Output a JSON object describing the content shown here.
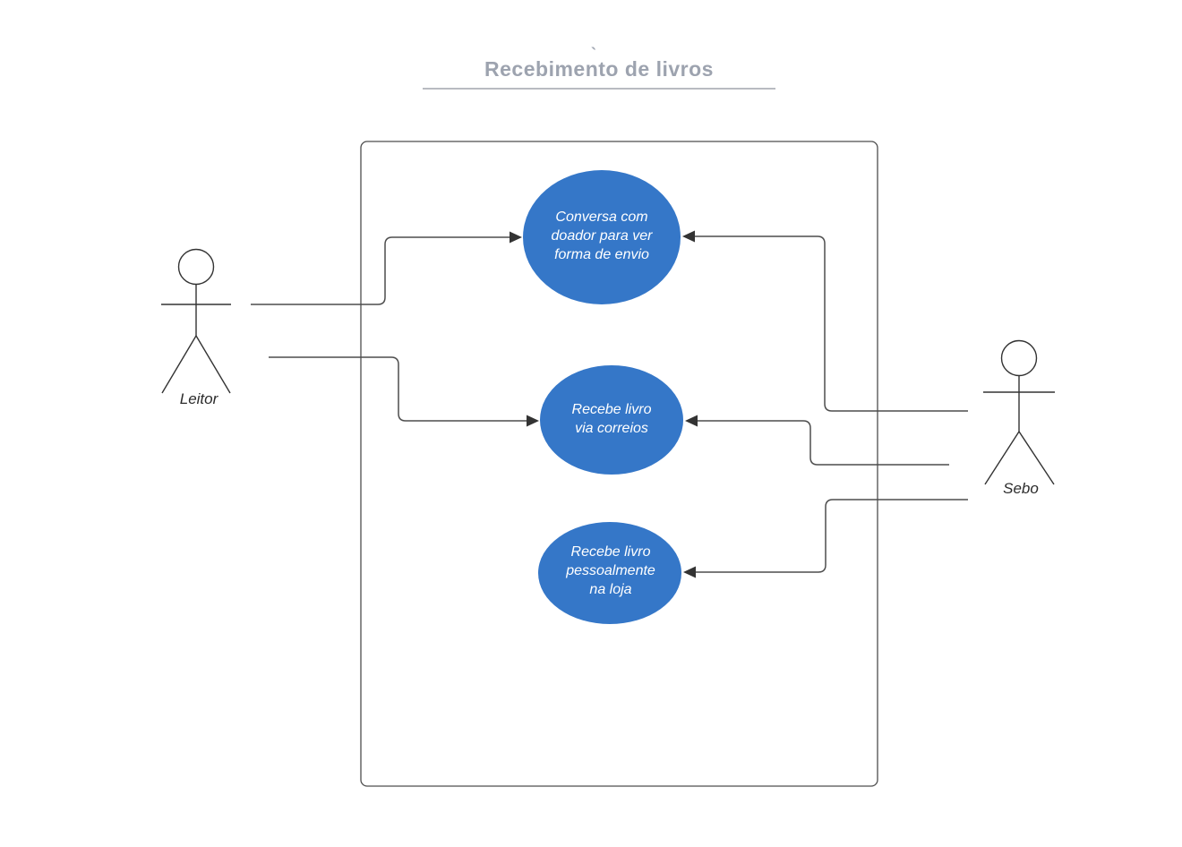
{
  "title": {
    "text": "Recebimento de livros",
    "accent_mark": "`"
  },
  "actors": [
    {
      "label": "Leitor"
    },
    {
      "label": "Sebo"
    }
  ],
  "usecases": [
    {
      "lines": [
        "Conversa com",
        "doador para ver",
        "forma de envio"
      ]
    },
    {
      "lines": [
        "Recebe livro",
        "via correios"
      ]
    },
    {
      "lines": [
        "Recebe livro",
        "pessoalmente",
        "na loja"
      ]
    }
  ],
  "associations": [
    {
      "from": "Leitor",
      "to": "Conversa com doador para ver forma de envio"
    },
    {
      "from": "Leitor",
      "to": "Recebe livro via correios"
    },
    {
      "from": "Sebo",
      "to": "Conversa com doador para ver forma de envio"
    },
    {
      "from": "Sebo",
      "to": "Recebe livro via correios"
    },
    {
      "from": "Sebo",
      "to": "Recebe livro pessoalmente na loja"
    }
  ],
  "colors": {
    "usecase_fill": "#3577c8",
    "usecase_text": "#ffffff",
    "title_text": "#9da3af",
    "title_underline": "#b8bbc1",
    "connector": "#4d4d4d",
    "arrowhead": "#333333",
    "actor_stroke": "#333333",
    "boundary_stroke": "#4d4d4d",
    "background": "#ffffff"
  }
}
